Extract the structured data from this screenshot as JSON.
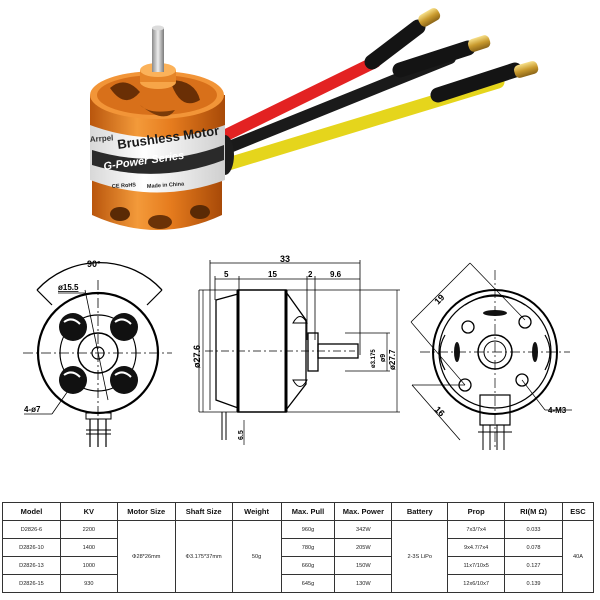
{
  "product_photo": {
    "label_brand": "Arrpel",
    "label_title": "Brushless Motor",
    "label_series": "G-Power Series",
    "label_marks": "CE RoHS",
    "label_origin": "Made in China",
    "colors": {
      "bell": "#e07a1c",
      "wire_red": "#e32222",
      "wire_black": "#1a1a1a",
      "wire_yellow": "#e8dc1e",
      "connector_gold": "#d9b24a",
      "label_white": "#f4f4f4"
    }
  },
  "drawings": {
    "front_view": {
      "angle": "90°",
      "diameter_inner": "ø15.5",
      "holes": "4-ø7"
    },
    "side_view": {
      "overall_length": "33",
      "seg_5": "5",
      "seg_15": "15",
      "seg_2": "2",
      "seg_9_6": "9.6",
      "diameter_body": "ø27.6",
      "shaft_dia": "ø3.175",
      "boss_dia": "ø9",
      "front_dia": "ø27.7",
      "lead_offset": "6.5"
    },
    "rear_view": {
      "dim_19": "19",
      "dim_16": "16",
      "screw_holes": "4-M3"
    }
  },
  "specs_table": {
    "headers": [
      "Model",
      "KV",
      "Motor Size",
      "Shaft Size",
      "Weight",
      "Max. Pull",
      "Max. Power",
      "Battery",
      "Prop",
      "RI(M Ω)",
      "ESC"
    ],
    "shared": {
      "motor_size": "Φ28*26mm",
      "shaft_size": "Φ3.175*37mm",
      "weight": "50g",
      "battery": "2-3S LiPo",
      "esc": "40A"
    },
    "rows": [
      {
        "model": "D2826-6",
        "kv": "2200",
        "max_pull": "960g",
        "max_power": "342W",
        "prop": "7x3/7x4",
        "ri": "0.033"
      },
      {
        "model": "D2826-10",
        "kv": "1400",
        "max_pull": "780g",
        "max_power": "205W",
        "prop": "9x4.7/7x4",
        "ri": "0.078"
      },
      {
        "model": "D2826-13",
        "kv": "1000",
        "max_pull": "660g",
        "max_power": "150W",
        "prop": "11x7/10x5",
        "ri": "0.127"
      },
      {
        "model": "D2826-15",
        "kv": "930",
        "max_pull": "645g",
        "max_power": "130W",
        "prop": "12x6/10x7",
        "ri": "0.139"
      }
    ]
  }
}
